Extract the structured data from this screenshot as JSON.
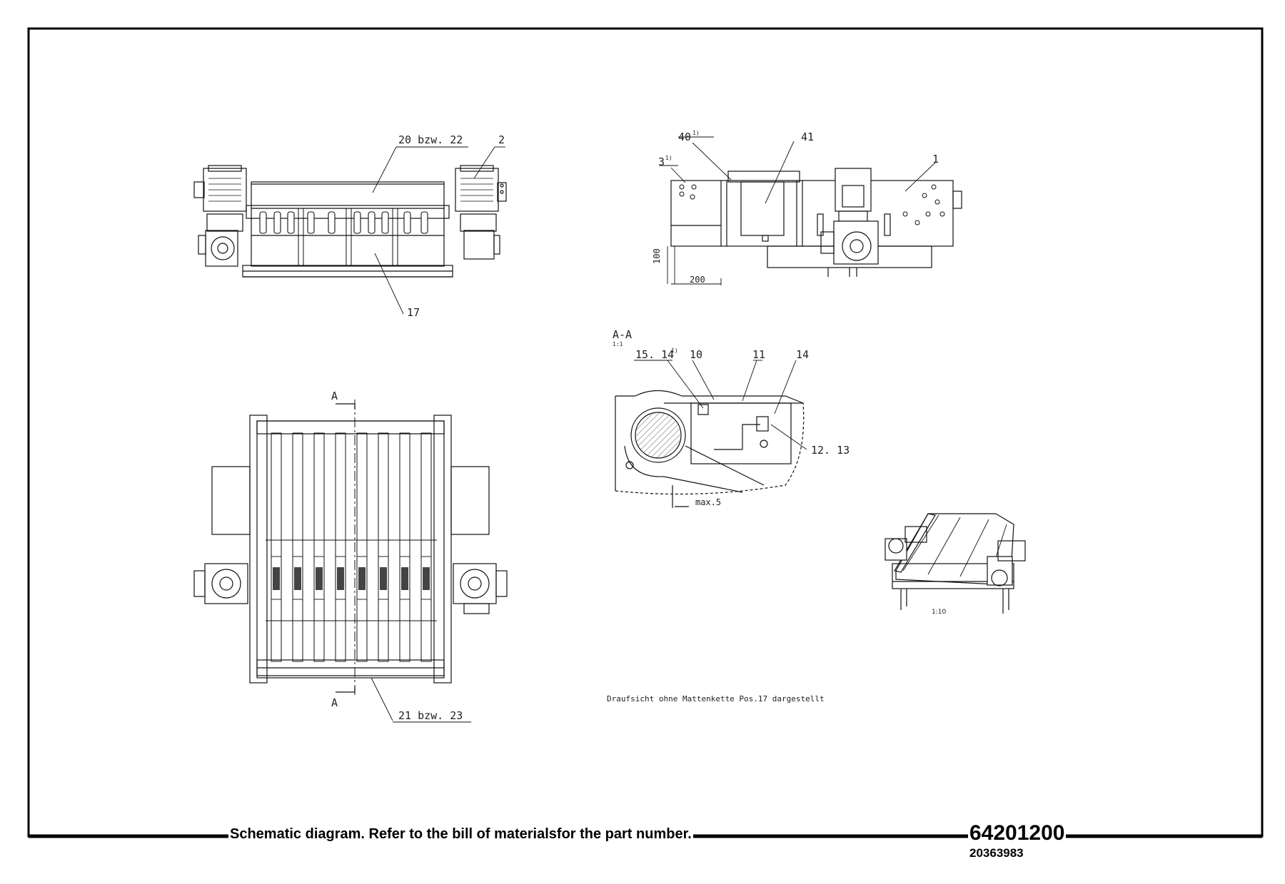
{
  "views": {
    "front": {
      "callout_top": "20 bzw. 22",
      "callout_motor": "2",
      "callout_bottom": "17"
    },
    "side": {
      "callout_40": "40",
      "callout_40_note": "1)",
      "callout_3": "3",
      "callout_3_note": "1)",
      "callout_41": "41",
      "callout_1": "1",
      "dim_vertical": "100",
      "dim_horizontal": "200"
    },
    "top": {
      "section_top": "A",
      "section_bottom": "A",
      "callout_bottom": "21 bzw. 23"
    },
    "section": {
      "title": "A-A",
      "scale": "1:1",
      "callout_15_14": "15. 14",
      "callout_15_14_note": "1)",
      "callout_10": "10",
      "callout_11": "11",
      "callout_14": "14",
      "callout_12_13": "12. 13",
      "dim_max": "max.5"
    },
    "iso": {
      "scale": "1:10"
    },
    "note": "Draufsicht ohne Mattenkette Pos.17 dargestellt"
  },
  "footer": {
    "schematic_note": "Schematic diagram. Refer to the bill of materialsfor the part number.",
    "drawing_number": "64201200",
    "document_id": "20363983"
  }
}
